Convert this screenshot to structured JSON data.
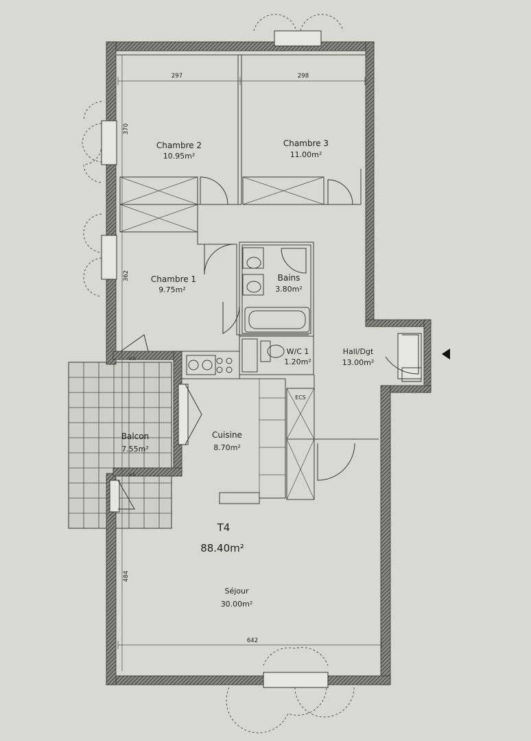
{
  "plan": {
    "unit_name": "T4",
    "unit_area": "88.40m²",
    "wall_color": "#555555",
    "paper_color": "#d9d9d3",
    "rooms": {
      "chambre2": {
        "name": "Chambre 2",
        "area": "10.95m²"
      },
      "chambre3": {
        "name": "Chambre 3",
        "area": "11.00m²"
      },
      "chambre1": {
        "name": "Chambre 1",
        "area": "9.75m²"
      },
      "bains": {
        "name": "Bains",
        "area": "3.80m²"
      },
      "wc": {
        "name": "W/C 1",
        "area": "1.20m²"
      },
      "hall": {
        "name": "Hall/Dgt",
        "area": "13.00m²"
      },
      "cuisine": {
        "name": "Cuisine",
        "area": "8.70m²"
      },
      "balcon": {
        "name": "Balcon",
        "area": "7.55m²"
      },
      "sejour": {
        "name": "Séjour",
        "area": "30.00m²"
      }
    },
    "dimensions": {
      "width_left": "297",
      "width_right": "298",
      "height_top": "370",
      "height_mid": "362",
      "height_bottom": "484",
      "width_sejour": "642"
    },
    "labels": {
      "ecs": "ECS",
      "vr": "v.r."
    }
  }
}
